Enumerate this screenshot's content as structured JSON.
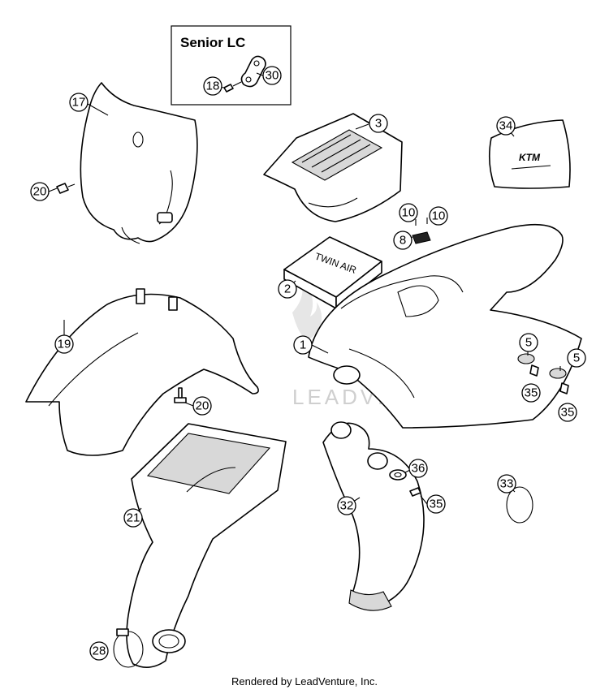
{
  "inset": {
    "title": "Senior LC"
  },
  "watermark": "LEADVENTURE",
  "footer": "Rendered by LeadVenture, Inc.",
  "callouts": {
    "c17": "17",
    "c20a": "20",
    "c18": "18",
    "c30": "30",
    "c3": "3",
    "c34": "34",
    "c10a": "10",
    "c10b": "10",
    "c8": "8",
    "c2": "2",
    "c1": "1",
    "c19": "19",
    "c20b": "20",
    "c5a": "5",
    "c5b": "5",
    "c35a": "35",
    "c35b": "35",
    "c21": "21",
    "c32": "32",
    "c36": "36",
    "c35c": "35",
    "c33": "33",
    "c28": "28"
  },
  "labels": {
    "filter_box": "TWIN AIR",
    "sticker_brand": "KTM"
  }
}
